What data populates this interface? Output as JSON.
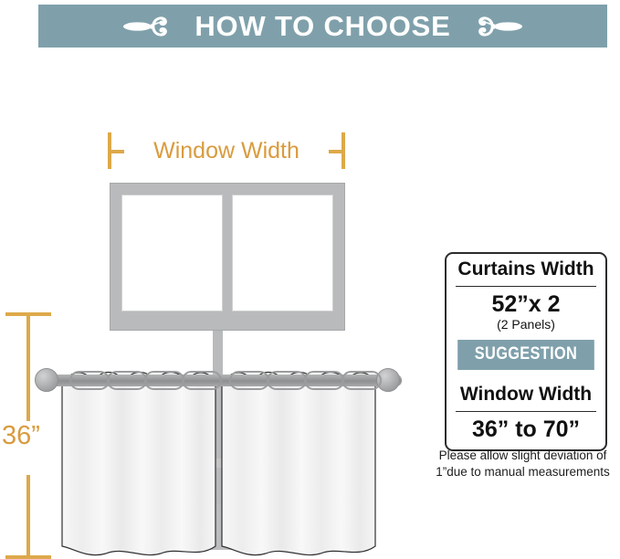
{
  "banner": {
    "title": "HOW TO CHOOSE",
    "ornament_left": "fleur-de-lis-icon",
    "ornament_right": "fleur-de-lis-icon",
    "background_color": "#7fa0ab",
    "text_color": "#ffffff"
  },
  "diagram": {
    "width_dimension_label": "Window Width",
    "height_dimension_label": "36”",
    "dimension_color": "#d99b3e",
    "window_color": "#b9babb",
    "curtain_color": "#f2f2f2",
    "rod_color": "#9a9c9e",
    "panels": 2,
    "grommets_per_panel": 4
  },
  "card": {
    "curtains_width_label": "Curtains Width",
    "curtains_width_value": "52”x 2",
    "curtains_width_sub": "(2 Panels)",
    "suggestion_label": "SUGGESTION",
    "window_width_label": "Window Width",
    "window_width_value": "36” to 70”",
    "band_color": "#7fa0ab",
    "border_color": "#2b2b2b"
  },
  "note": {
    "line1": "Please allow slight deviation of",
    "line2": "1”due to manual measurements"
  }
}
